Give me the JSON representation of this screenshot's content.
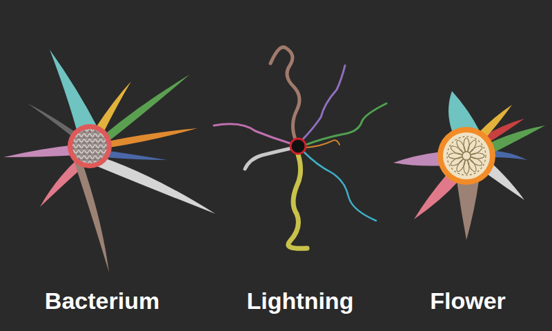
{
  "diagram": {
    "labels": [
      "Bacterium",
      "Lightning",
      "Flower"
    ]
  }
}
